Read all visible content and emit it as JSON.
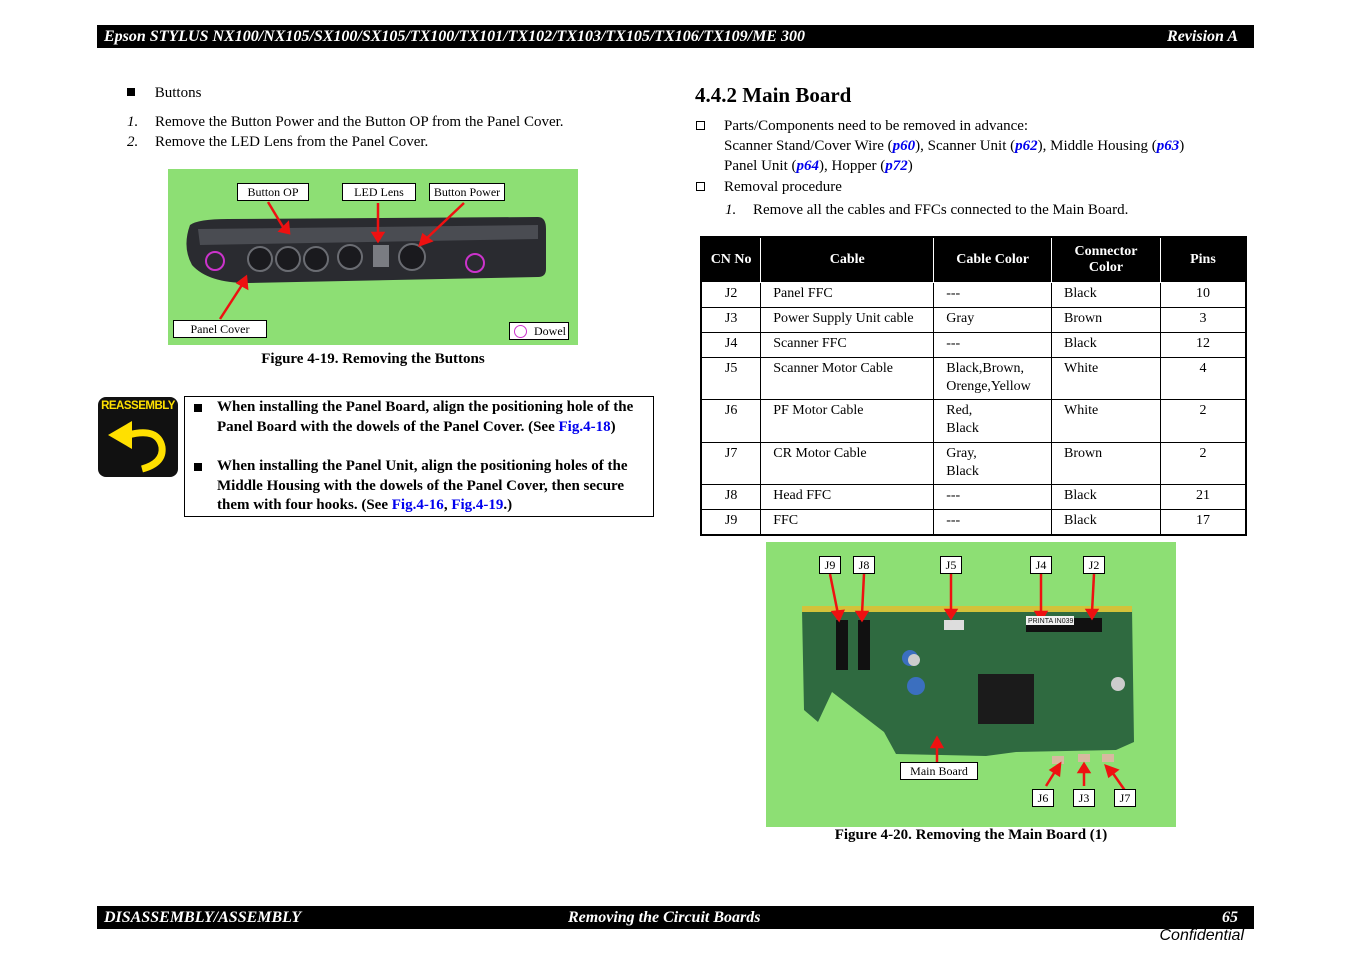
{
  "header": {
    "title": "Epson STYLUS NX100/NX105/SX100/SX105/TX100/TX101/TX102/TX103/TX105/TX106/TX109/ME 300",
    "revision": "Revision A"
  },
  "footer": {
    "section": "DISASSEMBLY/ASSEMBLY",
    "chapter": "Removing the Circuit Boards",
    "page": "65",
    "confidential": "Confidential"
  },
  "left": {
    "bullet_title": "Buttons",
    "steps": [
      {
        "num": "1.",
        "text": "Remove the Button Power and the Button OP from the Panel Cover."
      },
      {
        "num": "2.",
        "text": "Remove the LED Lens from the Panel Cover."
      }
    ],
    "figure": {
      "labels": {
        "button_op": "Button OP",
        "led_lens": "LED Lens",
        "button_power": "Button Power",
        "panel_cover": "Panel Cover",
        "dowel": "Dowel"
      },
      "caption": "Figure 4-19.  Removing the Buttons"
    },
    "reassembly": {
      "icon_text": "REASSEMBLY",
      "item1": {
        "text": "When installing the Panel Board, align the positioning hole of the Panel Board with the dowels of the Panel Cover. (See ",
        "link": "Fig.4-18",
        "end": ")"
      },
      "item2": {
        "text": "When installing the Panel Unit, align the positioning holes of the Middle Housing with the dowels of the Panel Cover, then secure them with four hooks. (See ",
        "link1": "Fig.4-16",
        "sep": ", ",
        "link2": "Fig.4-19",
        "end": ".)"
      }
    }
  },
  "right": {
    "section_title": "4.4.2  Main Board",
    "prereq_label": "Parts/Components need to be removed in advance:",
    "prereq": {
      "t1": "Scanner Stand/Cover Wire (",
      "p1": "p60",
      "t2": "), Scanner Unit (",
      "p2": "p62",
      "t3": "), Middle Housing (",
      "p3": "p63",
      "t4": ")",
      "t5": "Panel Unit (",
      "p4": "p64",
      "t6": "), Hopper (",
      "p5": "p72",
      "t7": ")"
    },
    "procedure_label": "Removal procedure",
    "step": {
      "num": "1.",
      "text": "Remove all the cables and FFCs connected to the Main Board."
    },
    "table": {
      "headers": [
        "CN No",
        "Cable",
        "Cable Color",
        "Connector Color",
        "Pins"
      ],
      "rows": [
        [
          "J2",
          "Panel FFC",
          "---",
          "Black",
          "10"
        ],
        [
          "J3",
          "Power Supply Unit cable",
          "Gray",
          "Brown",
          "3"
        ],
        [
          "J4",
          "Scanner FFC",
          "---",
          "Black",
          "12"
        ],
        [
          "J5",
          "Scanner Motor Cable",
          "Black,Brown,\nOrenge,Yellow",
          "White",
          "4"
        ],
        [
          "J6",
          "PF Motor Cable",
          "Red,\nBlack",
          "White",
          "2"
        ],
        [
          "J7",
          "CR Motor Cable",
          "Gray,\nBlack",
          "Brown",
          "2"
        ],
        [
          "J8",
          "Head FFC",
          "---",
          "Black",
          "21"
        ],
        [
          "J9",
          "FFC",
          "---",
          "Black",
          "17"
        ]
      ]
    },
    "figure": {
      "labels": {
        "j9": "J9",
        "j8": "J8",
        "j5": "J5",
        "j4": "J4",
        "j2": "J2",
        "main_board": "Main Board",
        "j6": "J6",
        "j3": "J3",
        "j7": "J7"
      },
      "board_text": "PRINTA IN039",
      "caption": "Figure 4-20.  Removing the Main Board (1)"
    }
  }
}
